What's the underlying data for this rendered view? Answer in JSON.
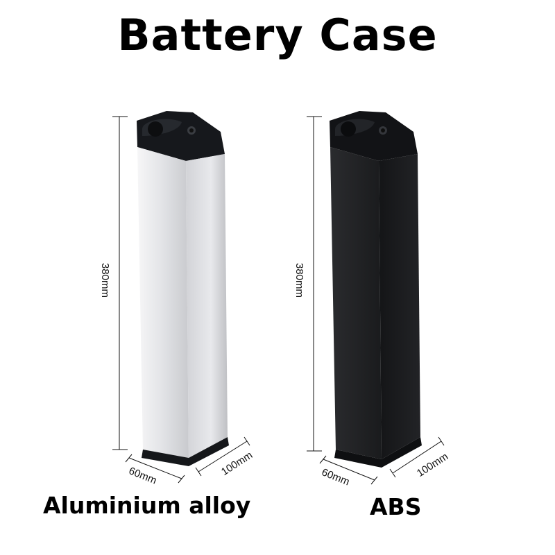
{
  "title": "Battery Case",
  "products": [
    {
      "label": "Aluminium alloy",
      "height_label": "380mm",
      "width_label": "60mm",
      "depth_label": "100mm",
      "body_color": "#dcdde0",
      "cap_color": "#15171b"
    },
    {
      "label": "ABS",
      "height_label": "380mm",
      "width_label": "60mm",
      "depth_label": "100mm",
      "body_color": "#1c1d1f",
      "cap_color": "#121316"
    }
  ]
}
